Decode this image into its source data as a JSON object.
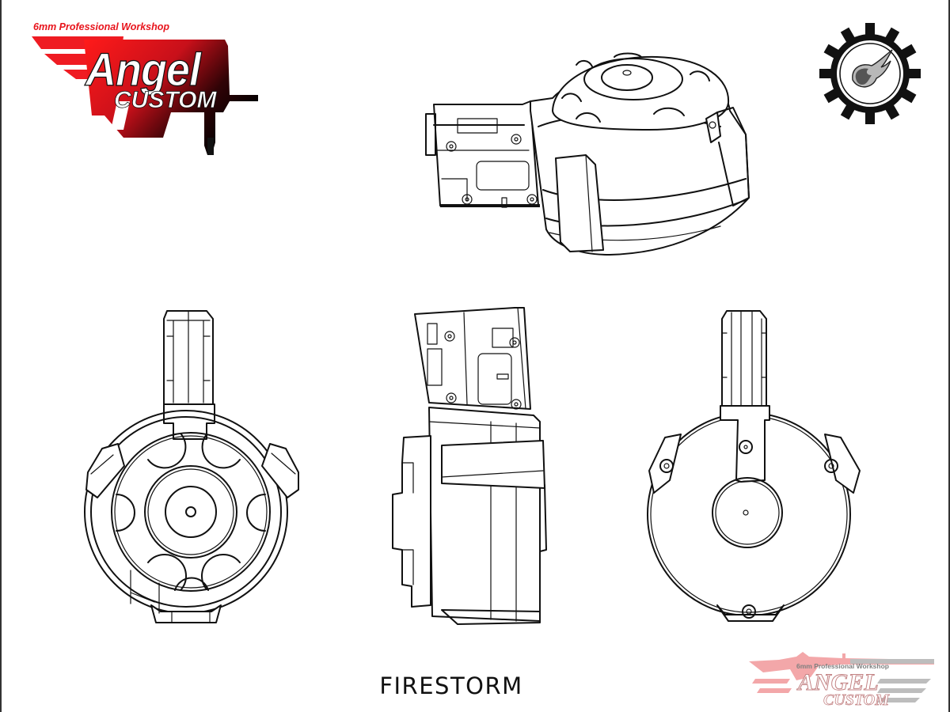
{
  "header_logo": {
    "tagline": "6mm Professional Workshop",
    "brand_line1": "Angel",
    "brand_line2": "CUSTOM",
    "colors": {
      "red": "#e8141c",
      "black": "#111111",
      "white": "#ffffff"
    }
  },
  "badge_logo": {
    "icon": "gear-fireball-icon",
    "colors": {
      "gear": "#111111",
      "flame_light": "#b8b8b8",
      "flame_dark": "#555555"
    }
  },
  "watermark_logo": {
    "tagline": "6mm Professional Workshop",
    "brand_line1": "ANGEL",
    "brand_line2": "CUSTOM",
    "colors": {
      "red": "#ee8a8d",
      "gray": "#9a9a9a"
    }
  },
  "drawings": [
    {
      "view": "isometric",
      "label": "isometric-view"
    },
    {
      "view": "front",
      "label": "front-view"
    },
    {
      "view": "side",
      "label": "side-view"
    },
    {
      "view": "rear",
      "label": "rear-view"
    }
  ],
  "caption": "FIRESTORM"
}
